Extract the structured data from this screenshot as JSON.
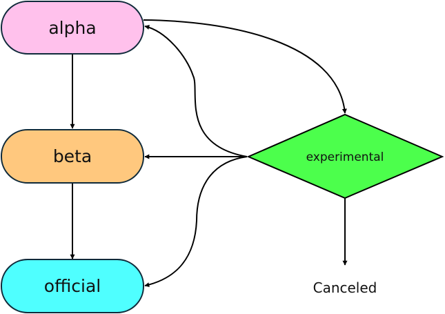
{
  "diagram": {
    "nodes": {
      "alpha": {
        "label": "alpha",
        "shape": "terminator",
        "color": "#FFC1EC"
      },
      "beta": {
        "label": "beta",
        "shape": "terminator",
        "color": "#FFC87E"
      },
      "official": {
        "label": "official",
        "shape": "terminator",
        "color": "#4FFFFF"
      },
      "experimental": {
        "label": "experimental",
        "shape": "decision",
        "color": "#4CFF4C"
      },
      "canceled": {
        "label": "Canceled",
        "shape": "text"
      }
    },
    "edges": [
      {
        "from": "alpha",
        "to": "beta"
      },
      {
        "from": "beta",
        "to": "official"
      },
      {
        "from": "alpha",
        "to": "experimental"
      },
      {
        "from": "experimental",
        "to": "alpha"
      },
      {
        "from": "experimental",
        "to": "beta"
      },
      {
        "from": "experimental",
        "to": "official"
      },
      {
        "from": "experimental",
        "to": "canceled"
      }
    ],
    "stroke_color": "#0F2A3A"
  }
}
